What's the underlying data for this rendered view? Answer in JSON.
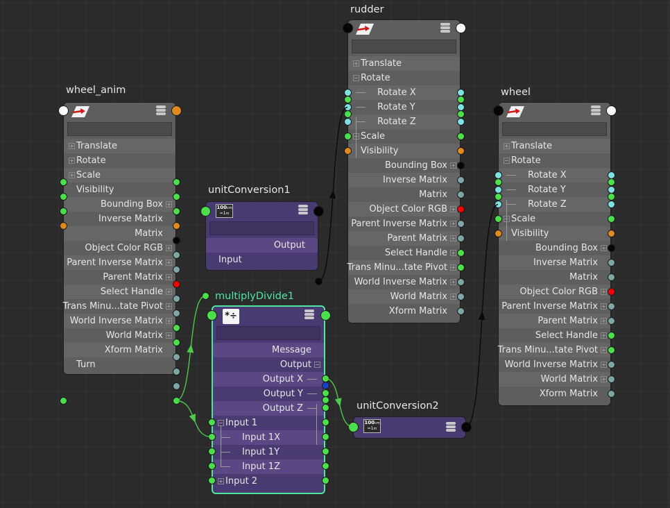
{
  "colors": {
    "green": "#4be04b",
    "cyan": "#7ee0e0",
    "orange": "#e08a20",
    "teal": "#7fa6a6",
    "red": "#f20000",
    "black": "#050505",
    "white": "#ffffff",
    "blue": "#1a3fc8",
    "connection_green": "#4ec94e",
    "connection_black": "#0a0a0a",
    "selection": "#4ee6a0"
  },
  "nodes": {
    "wheel_anim": {
      "title": "wheel_anim",
      "type": "transform",
      "attributes": [
        {
          "label": "Translate",
          "side": "left",
          "expander": "plus",
          "in": "green",
          "out": "green"
        },
        {
          "label": "Rotate",
          "side": "left",
          "expander": "plus",
          "in": "green",
          "out": "green"
        },
        {
          "label": "Scale",
          "side": "left",
          "expander": "plus",
          "in": "green",
          "out": "green"
        },
        {
          "label": "Visibility",
          "side": "left",
          "in": "orange",
          "out": "orange"
        },
        {
          "label": "Bounding Box",
          "side": "right",
          "expander": "plus",
          "out": "black"
        },
        {
          "label": "Inverse Matrix",
          "side": "right",
          "out": "teal"
        },
        {
          "label": "Matrix",
          "side": "right",
          "out": "teal"
        },
        {
          "label": "Object Color RGB",
          "side": "right",
          "expander": "plus",
          "out": "red"
        },
        {
          "label": "Parent Inverse Matrix",
          "side": "right",
          "expander": "plus",
          "out": "teal"
        },
        {
          "label": "Parent Matrix",
          "side": "right",
          "expander": "plus",
          "out": "teal"
        },
        {
          "label": "Select Handle",
          "side": "right",
          "expander": "plus",
          "out": "green"
        },
        {
          "label": "Trans Minu...tate Pivot",
          "side": "right",
          "expander": "plus",
          "out": "green"
        },
        {
          "label": "World Inverse Matrix",
          "side": "right",
          "expander": "plus",
          "out": "teal"
        },
        {
          "label": "World Matrix",
          "side": "right",
          "expander": "plus",
          "out": "teal"
        },
        {
          "label": "Xform Matrix",
          "side": "right",
          "out": "teal"
        },
        {
          "label": "Turn",
          "side": "left",
          "in": "green",
          "out": "green"
        }
      ]
    },
    "unitConversion1": {
      "title": "unitConversion1",
      "type": "unitConversion",
      "icon_text": "100cm = 1m",
      "attributes": [
        {
          "label": "Output",
          "side": "right",
          "out": "black"
        },
        {
          "label": "Input",
          "side": "left",
          "in": "green"
        }
      ]
    },
    "multiplyDivide1": {
      "title": "multiplyDivide1",
      "type": "multiplyDivide",
      "icon_text": "*÷",
      "attributes": [
        {
          "label": "Message",
          "side": "right",
          "out": "blue"
        },
        {
          "label": "Output",
          "side": "right",
          "expander": "minus",
          "out": "green"
        },
        {
          "label": "Output X",
          "side": "right",
          "child": true,
          "out": "green"
        },
        {
          "label": "Output Y",
          "side": "right",
          "child": true,
          "out": "green"
        },
        {
          "label": "Output Z",
          "side": "right",
          "child": true,
          "out": "green"
        },
        {
          "label": "Input 1",
          "side": "left",
          "expander": "minus",
          "in": "green",
          "out": "green"
        },
        {
          "label": "Input 1X",
          "side": "left",
          "child": true,
          "in": "green",
          "out": "green"
        },
        {
          "label": "Input 1Y",
          "side": "left",
          "child": true,
          "in": "green",
          "out": "green"
        },
        {
          "label": "Input 1Z",
          "side": "left",
          "child": true,
          "in": "green",
          "out": "green"
        },
        {
          "label": "Input 2",
          "side": "left",
          "expander": "plus",
          "in": "green",
          "out": "green"
        }
      ]
    },
    "rudder": {
      "title": "rudder",
      "type": "transform",
      "attributes": [
        {
          "label": "Translate",
          "side": "left",
          "expander": "plus",
          "in": "green",
          "out": "green"
        },
        {
          "label": "Rotate",
          "side": "left",
          "expander": "minus",
          "in": "green",
          "out": "green"
        },
        {
          "label": "Rotate X",
          "side": "left",
          "child": true,
          "in": "cyan",
          "out": "cyan"
        },
        {
          "label": "Rotate Y",
          "side": "left",
          "child": true,
          "in": "cyan",
          "out": "cyan"
        },
        {
          "label": "Rotate Z",
          "side": "left",
          "child": true,
          "in": "cyan",
          "out": "cyan"
        },
        {
          "label": "Scale",
          "side": "left",
          "expander": "plus",
          "in": "green",
          "out": "green"
        },
        {
          "label": "Visibility",
          "side": "left",
          "in": "orange",
          "out": "orange"
        },
        {
          "label": "Bounding Box",
          "side": "right",
          "expander": "plus",
          "out": "black"
        },
        {
          "label": "Inverse Matrix",
          "side": "right",
          "out": "teal"
        },
        {
          "label": "Matrix",
          "side": "right",
          "out": "teal"
        },
        {
          "label": "Object Color RGB",
          "side": "right",
          "expander": "plus",
          "out": "red"
        },
        {
          "label": "Parent Inverse Matrix",
          "side": "right",
          "expander": "plus",
          "out": "teal"
        },
        {
          "label": "Parent Matrix",
          "side": "right",
          "expander": "plus",
          "out": "teal"
        },
        {
          "label": "Select Handle",
          "side": "right",
          "expander": "plus",
          "out": "green"
        },
        {
          "label": "Trans Minu...tate Pivot",
          "side": "right",
          "expander": "plus",
          "out": "green"
        },
        {
          "label": "World Inverse Matrix",
          "side": "right",
          "expander": "plus",
          "out": "teal"
        },
        {
          "label": "World Matrix",
          "side": "right",
          "expander": "plus",
          "out": "teal"
        },
        {
          "label": "Xform Matrix",
          "side": "right",
          "out": "teal"
        }
      ]
    },
    "wheel": {
      "title": "wheel",
      "type": "transform",
      "attributes": [
        {
          "label": "Translate",
          "side": "left",
          "expander": "plus",
          "in": "green",
          "out": "green"
        },
        {
          "label": "Rotate",
          "side": "left",
          "expander": "minus",
          "in": "green",
          "out": "green"
        },
        {
          "label": "Rotate X",
          "side": "left",
          "child": true,
          "in": "cyan",
          "out": "cyan"
        },
        {
          "label": "Rotate Y",
          "side": "left",
          "child": true,
          "in": "cyan",
          "out": "cyan"
        },
        {
          "label": "Rotate Z",
          "side": "left",
          "child": true,
          "in": "cyan",
          "out": "cyan"
        },
        {
          "label": "Scale",
          "side": "left",
          "expander": "plus",
          "in": "green",
          "out": "green"
        },
        {
          "label": "Visibility",
          "side": "left",
          "in": "orange",
          "out": "orange"
        },
        {
          "label": "Bounding Box",
          "side": "right",
          "expander": "plus",
          "out": "black"
        },
        {
          "label": "Inverse Matrix",
          "side": "right",
          "out": "teal"
        },
        {
          "label": "Matrix",
          "side": "right",
          "out": "teal"
        },
        {
          "label": "Object Color RGB",
          "side": "right",
          "expander": "plus",
          "out": "red"
        },
        {
          "label": "Parent Inverse Matrix",
          "side": "right",
          "expander": "plus",
          "out": "teal"
        },
        {
          "label": "Parent Matrix",
          "side": "right",
          "expander": "plus",
          "out": "teal"
        },
        {
          "label": "Select Handle",
          "side": "right",
          "expander": "plus",
          "out": "green"
        },
        {
          "label": "Trans Minu...tate Pivot",
          "side": "right",
          "expander": "plus",
          "out": "green"
        },
        {
          "label": "World Inverse Matrix",
          "side": "right",
          "expander": "plus",
          "out": "teal"
        },
        {
          "label": "World Matrix",
          "side": "right",
          "expander": "plus",
          "out": "teal"
        },
        {
          "label": "Xform Matrix",
          "side": "right",
          "out": "teal"
        }
      ]
    },
    "unitConversion2": {
      "title": "unitConversion2",
      "type": "unitConversion",
      "icon_text": "100cm = 1m",
      "attributes": []
    }
  },
  "connections": [
    {
      "from": "wheel_anim.Turn",
      "to": "unitConversion1.Input",
      "color": "connection_green"
    },
    {
      "from": "wheel_anim.Turn",
      "to": "multiplyDivide1.Input 1X",
      "color": "connection_green"
    },
    {
      "from": "unitConversion1.Output",
      "to": "rudder.Rotate Y",
      "color": "connection_black"
    },
    {
      "from": "multiplyDivide1.Output X",
      "to": "unitConversion2.Input",
      "color": "connection_green"
    },
    {
      "from": "unitConversion2.Output",
      "to": "wheel.Rotate Z",
      "color": "connection_black"
    }
  ]
}
